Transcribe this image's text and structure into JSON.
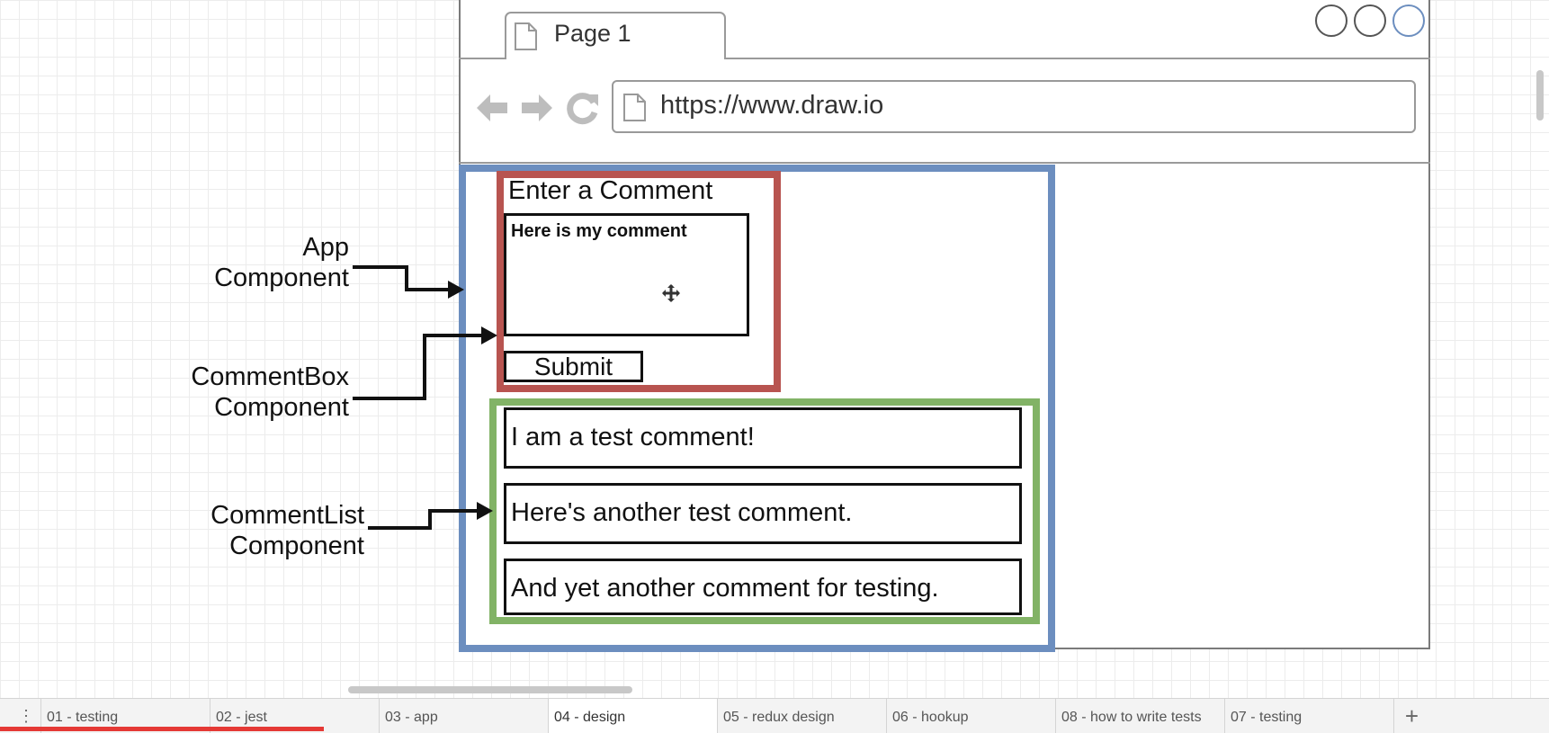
{
  "browser": {
    "tab_label": "Page 1",
    "url": "https://www.draw.io"
  },
  "comment_box": {
    "heading": "Enter a Comment",
    "textarea_value": "Here is my comment",
    "submit_label": "Submit"
  },
  "comment_list": {
    "items": [
      "I am a test comment!",
      "Here's another test comment.",
      "And yet another comment for testing."
    ]
  },
  "annotations": {
    "app": [
      "App",
      "Component"
    ],
    "comment_box": [
      "CommentBox",
      "Component"
    ],
    "comment_list": [
      "CommentList",
      "Component"
    ]
  },
  "colors": {
    "app_border": "#6c8ebf",
    "comment_box_border": "#b85450",
    "comment_list_border": "#82b366"
  },
  "page_tabs": [
    "01 - testing",
    "02 - jest",
    "03 - app",
    "04 - design",
    "05 - redux design",
    "06 - hookup",
    "08 - how to write tests",
    "07 - testing"
  ],
  "active_page_tab": "04 - design",
  "icons": {
    "tab": "page-icon",
    "back": "arrow-left-icon",
    "forward": "arrow-right-icon",
    "reload": "reload-icon",
    "address": "page-icon",
    "menu": "vertical-dots-icon",
    "add": "plus-icon",
    "cursor": "move-cursor-icon"
  }
}
